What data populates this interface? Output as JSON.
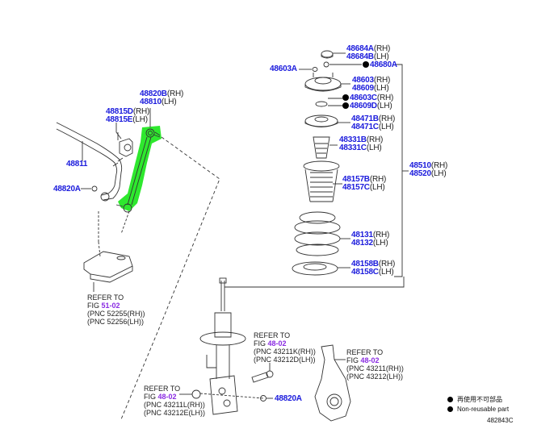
{
  "diagram": {
    "code": "482843C",
    "colors": {
      "part_number": "#1a1adc",
      "fig_ref": "#8a2be2",
      "highlight": "#2ee82e",
      "line": "#333333"
    },
    "parts": {
      "p48684": {
        "rh": "48684A",
        "lh": "48684B",
        "rh_tag": "(RH)",
        "lh_tag": "(LH)"
      },
      "p48603A": {
        "number": "48603A"
      },
      "p48680A": {
        "number": "48680A",
        "non_reusable": true
      },
      "p48603": {
        "rh": "48603",
        "lh": "48609",
        "rh_tag": "(RH)",
        "lh_tag": "(LH)"
      },
      "p48603C": {
        "rh": "48603C",
        "lh": "48609D",
        "rh_tag": "(RH)",
        "lh_tag": "(LH)",
        "non_reusable": true
      },
      "p48471": {
        "rh": "48471B",
        "lh": "48471C",
        "rh_tag": "(RH)",
        "lh_tag": "(LH)"
      },
      "p48331": {
        "rh": "48331B",
        "lh": "48331C",
        "rh_tag": "(RH)",
        "lh_tag": "(LH)"
      },
      "p48157": {
        "rh": "48157B",
        "lh": "48157C",
        "rh_tag": "(RH)",
        "lh_tag": "(LH)"
      },
      "p48131": {
        "rh": "48131",
        "lh": "48132",
        "rh_tag": "(RH)",
        "lh_tag": "(LH)"
      },
      "p48158": {
        "rh": "48158B",
        "lh": "48158C",
        "rh_tag": "(RH)",
        "lh_tag": "(LH)"
      },
      "p48510": {
        "rh": "48510",
        "lh": "48520",
        "rh_tag": "(RH)",
        "lh_tag": "(LH)"
      },
      "p48820B": {
        "rh": "48820B",
        "lh": "48810",
        "rh_tag": "(RH)",
        "lh_tag": "(LH)",
        "highlighted": true
      },
      "p48815": {
        "rh": "48815D",
        "lh": "48815E",
        "rh_tag": "(RH)",
        "lh_tag": "(LH)"
      },
      "p48811": {
        "number": "48811"
      },
      "p48820A_top": {
        "number": "48820A"
      },
      "p48820A_bottom": {
        "number": "48820A"
      }
    },
    "references": [
      {
        "line1": "REFER TO",
        "fig_prefix": "FIG ",
        "fig": "51-02",
        "pnc1": "(PNC 52255(RH))",
        "pnc2": "(PNC 52256(LH))"
      },
      {
        "line1": "REFER TO",
        "fig_prefix": "FIG ",
        "fig": "48-02",
        "pnc1": "(PNC 43211K(RH))",
        "pnc2": "(PNC 43212D(LH))"
      },
      {
        "line1": "REFER TO",
        "fig_prefix": "FIG ",
        "fig": "48-02",
        "pnc1": "(PNC 43211(RH))",
        "pnc2": "(PNC 43212(LH))"
      },
      {
        "line1": "REFER TO",
        "fig_prefix": "FIG ",
        "fig": "48-02",
        "pnc1": "(PNC 43211L(RH))",
        "pnc2": "(PNC 43212E(LH))"
      }
    ],
    "legend": {
      "items": [
        {
          "icon": "filled-circle-icon",
          "label": "再使用不可部品"
        },
        {
          "icon": "filled-circle-icon",
          "label": "Non-reusable part"
        }
      ]
    }
  }
}
